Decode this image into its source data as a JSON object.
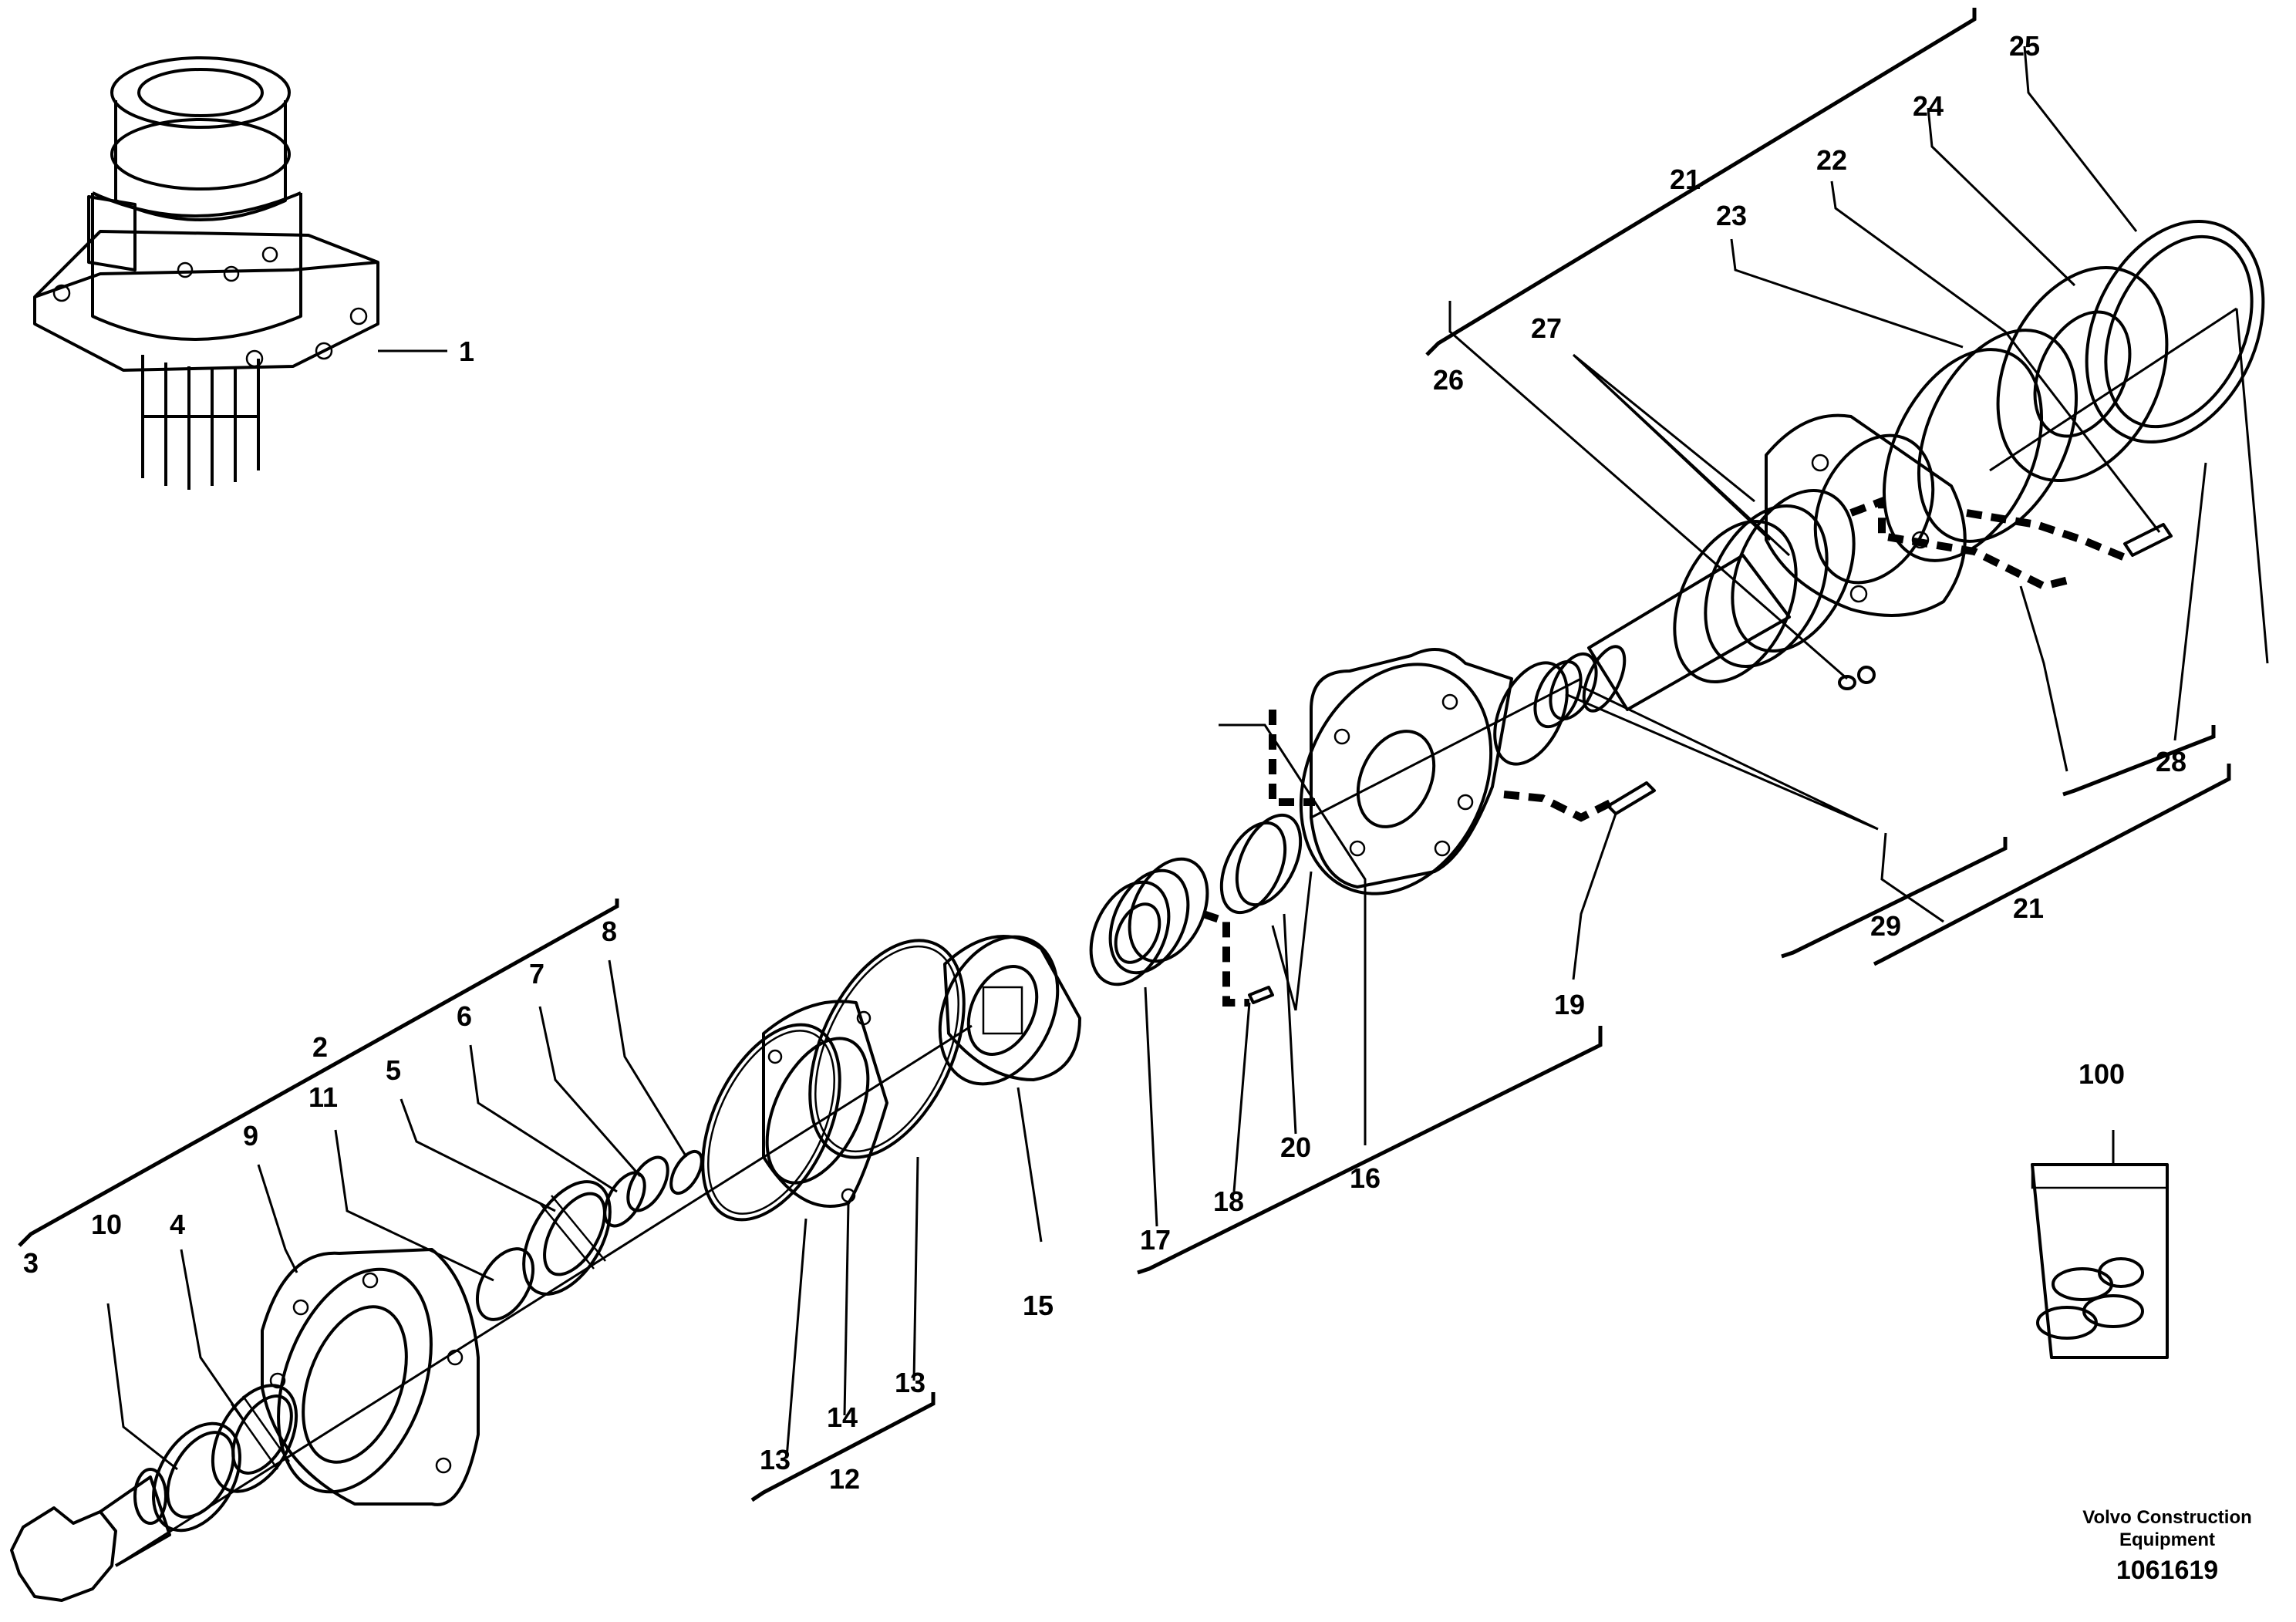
{
  "callouts": [
    {
      "key": "c1",
      "text": "1"
    },
    {
      "key": "c2",
      "text": "2"
    },
    {
      "key": "c3",
      "text": "3"
    },
    {
      "key": "c4",
      "text": "4"
    },
    {
      "key": "c5",
      "text": "5"
    },
    {
      "key": "c6",
      "text": "6"
    },
    {
      "key": "c7",
      "text": "7"
    },
    {
      "key": "c8",
      "text": "8"
    },
    {
      "key": "c9",
      "text": "9"
    },
    {
      "key": "c10",
      "text": "10"
    },
    {
      "key": "c11",
      "text": "11"
    },
    {
      "key": "c12",
      "text": "12"
    },
    {
      "key": "c13a",
      "text": "13"
    },
    {
      "key": "c13b",
      "text": "13"
    },
    {
      "key": "c14",
      "text": "14"
    },
    {
      "key": "c15",
      "text": "15"
    },
    {
      "key": "c16",
      "text": "16"
    },
    {
      "key": "c17",
      "text": "17"
    },
    {
      "key": "c18",
      "text": "18"
    },
    {
      "key": "c19",
      "text": "19"
    },
    {
      "key": "c20",
      "text": "20"
    },
    {
      "key": "c21a",
      "text": "21"
    },
    {
      "key": "c21b",
      "text": "21"
    },
    {
      "key": "c22",
      "text": "22"
    },
    {
      "key": "c23",
      "text": "23"
    },
    {
      "key": "c24",
      "text": "24"
    },
    {
      "key": "c25",
      "text": "25"
    },
    {
      "key": "c26",
      "text": "26"
    },
    {
      "key": "c27",
      "text": "27"
    },
    {
      "key": "c28",
      "text": "28"
    },
    {
      "key": "c29",
      "text": "29"
    },
    {
      "key": "c100",
      "text": "100"
    }
  ],
  "footer": {
    "brand_line1": "Volvo Construction",
    "brand_line2": "Equipment",
    "figure_number": "1061619"
  }
}
